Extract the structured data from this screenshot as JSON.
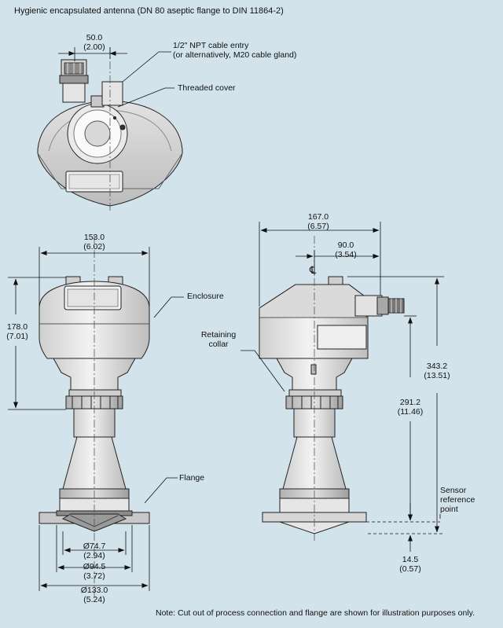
{
  "title": "Hygienic encapsulated antenna (DN 80 aseptic flange to DIN 11864-2)",
  "labels": {
    "cable_entry_1": "1/2\" NPT cable entry",
    "cable_entry_2": "(or alternatively, M20 cable gland)",
    "threaded_cover": "Threaded cover",
    "enclosure": "Enclosure",
    "retaining_collar_1": "Retaining",
    "retaining_collar_2": "collar",
    "flange": "Flange",
    "sensor_ref_1": "Sensor",
    "sensor_ref_2": "reference",
    "sensor_ref_3": "point",
    "centerline": "℄"
  },
  "dimensions": {
    "top_width": {
      "mm": "50.0",
      "in": "(2.00)"
    },
    "front_width": {
      "mm": "153.0",
      "in": "(6.02)"
    },
    "front_height": {
      "mm": "178.0",
      "in": "(7.01)"
    },
    "dia_inner": {
      "mm": "Ø74.7",
      "in": "(2.94)"
    },
    "dia_mid": {
      "mm": "Ø94.5",
      "in": "(3.72)"
    },
    "dia_outer": {
      "mm": "Ø133.0",
      "in": "(5.24)"
    },
    "side_width": {
      "mm": "167.0",
      "in": "(6.57)"
    },
    "side_offset": {
      "mm": "90.0",
      "in": "(3.54)"
    },
    "total_height": {
      "mm": "343.2",
      "in": "(13.51)"
    },
    "ref_height": {
      "mm": "291.2",
      "in": "(11.46)"
    },
    "tip_length": {
      "mm": "14.5",
      "in": "(0.57)"
    }
  },
  "note": "Note: Cut out of process connection and flange are shown for illustration purposes only."
}
